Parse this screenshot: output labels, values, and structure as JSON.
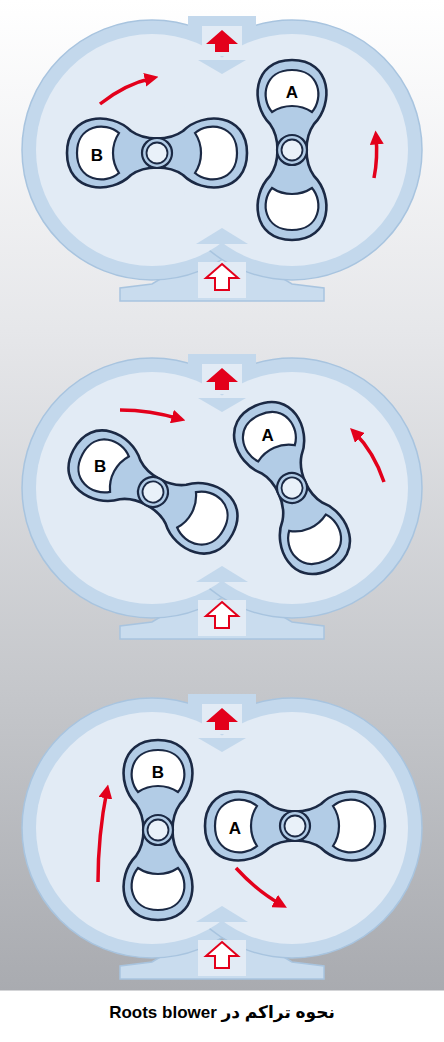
{
  "diagram": {
    "caption": "نحوه تراکم در Roots blower",
    "nodes": [
      {
        "text": [
          "B"
        ]
      },
      {
        "text": [
          "A"
        ]
      },
      {
        "text": [
          "B"
        ]
      },
      {
        "text": [
          "A"
        ]
      },
      {
        "text": [
          "B"
        ]
      },
      {
        "text": [
          "A"
        ]
      }
    ]
  }
}
